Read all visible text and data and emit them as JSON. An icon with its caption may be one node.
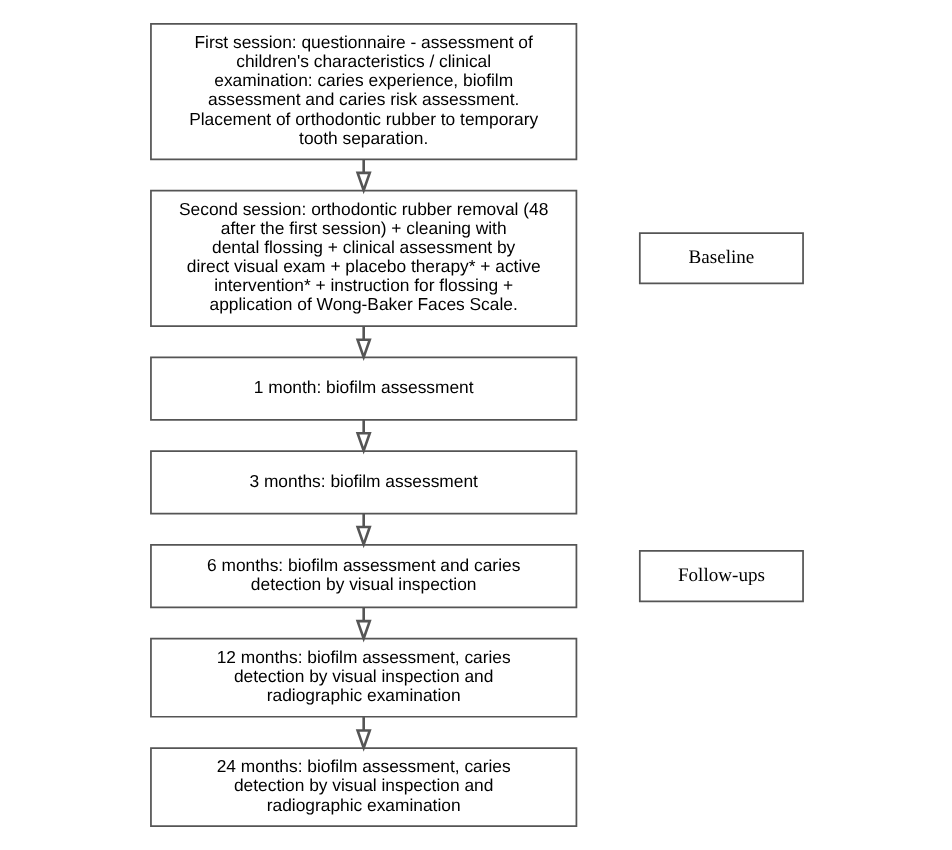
{
  "diagram": {
    "nodes": [
      {
        "text": [
          "First session: questionnaire - assessment of children's characteristics / clinical examination: caries experience, biofilm assessment and caries risk assessment. Placement of orthodontic rubber to temporary tooth separation."
        ]
      },
      {
        "text": [
          "Second session: orthodontic rubber removal (48 after the first session) + cleaning with dental flossing + clinical assessment by direct visual exam + placebo therapy* + active intervention* + instruction for flossing + application of Wong-Baker Faces Scale."
        ]
      },
      {
        "text": [
          "1 month: biofilm assessment"
        ]
      },
      {
        "text": [
          "3 months: biofilm assessment"
        ]
      },
      {
        "text": [
          "6 months: biofilm assessment and caries detection by visual inspection"
        ]
      },
      {
        "text": [
          "12 months: biofilm assessment, caries detection by visual inspection and radiographic examination"
        ]
      },
      {
        "text": [
          "24 months: biofilm assessment, caries detection by visual inspection and radiographic examination"
        ]
      },
      {
        "text": [
          "Baseline"
        ]
      },
      {
        "text": [
          "Follow-ups"
        ]
      }
    ],
    "edges": [
      {
        "from": 0,
        "to": 1,
        "arrow": "to"
      },
      {
        "from": 1,
        "to": 2,
        "arrow": "to"
      },
      {
        "from": 2,
        "to": 3,
        "arrow": "to"
      },
      {
        "from": 3,
        "to": 4,
        "arrow": "to"
      },
      {
        "from": 4,
        "to": 5,
        "arrow": "to"
      },
      {
        "from": 5,
        "to": 6,
        "arrow": "to"
      }
    ]
  }
}
